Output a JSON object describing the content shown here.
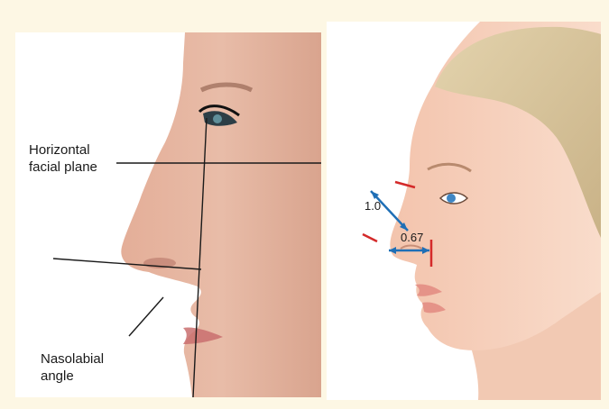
{
  "labels": {
    "horizontal_line1": "Horizontal",
    "horizontal_line2": "facial plane",
    "nasolabial_line1": "Nasolabial",
    "nasolabial_line2": "angle",
    "ratio_top": "1.0",
    "ratio_bottom": "0.67"
  },
  "colors": {
    "background": "#fdf7e4",
    "skin_photo": "#e7b8a4",
    "skin_illustration": "#f6cdb6",
    "hair": "#d9c7a0",
    "measure_arrow": "#1f6fb6",
    "measure_tick": "#d42a2a",
    "guide_line": "#1a1a1a"
  }
}
